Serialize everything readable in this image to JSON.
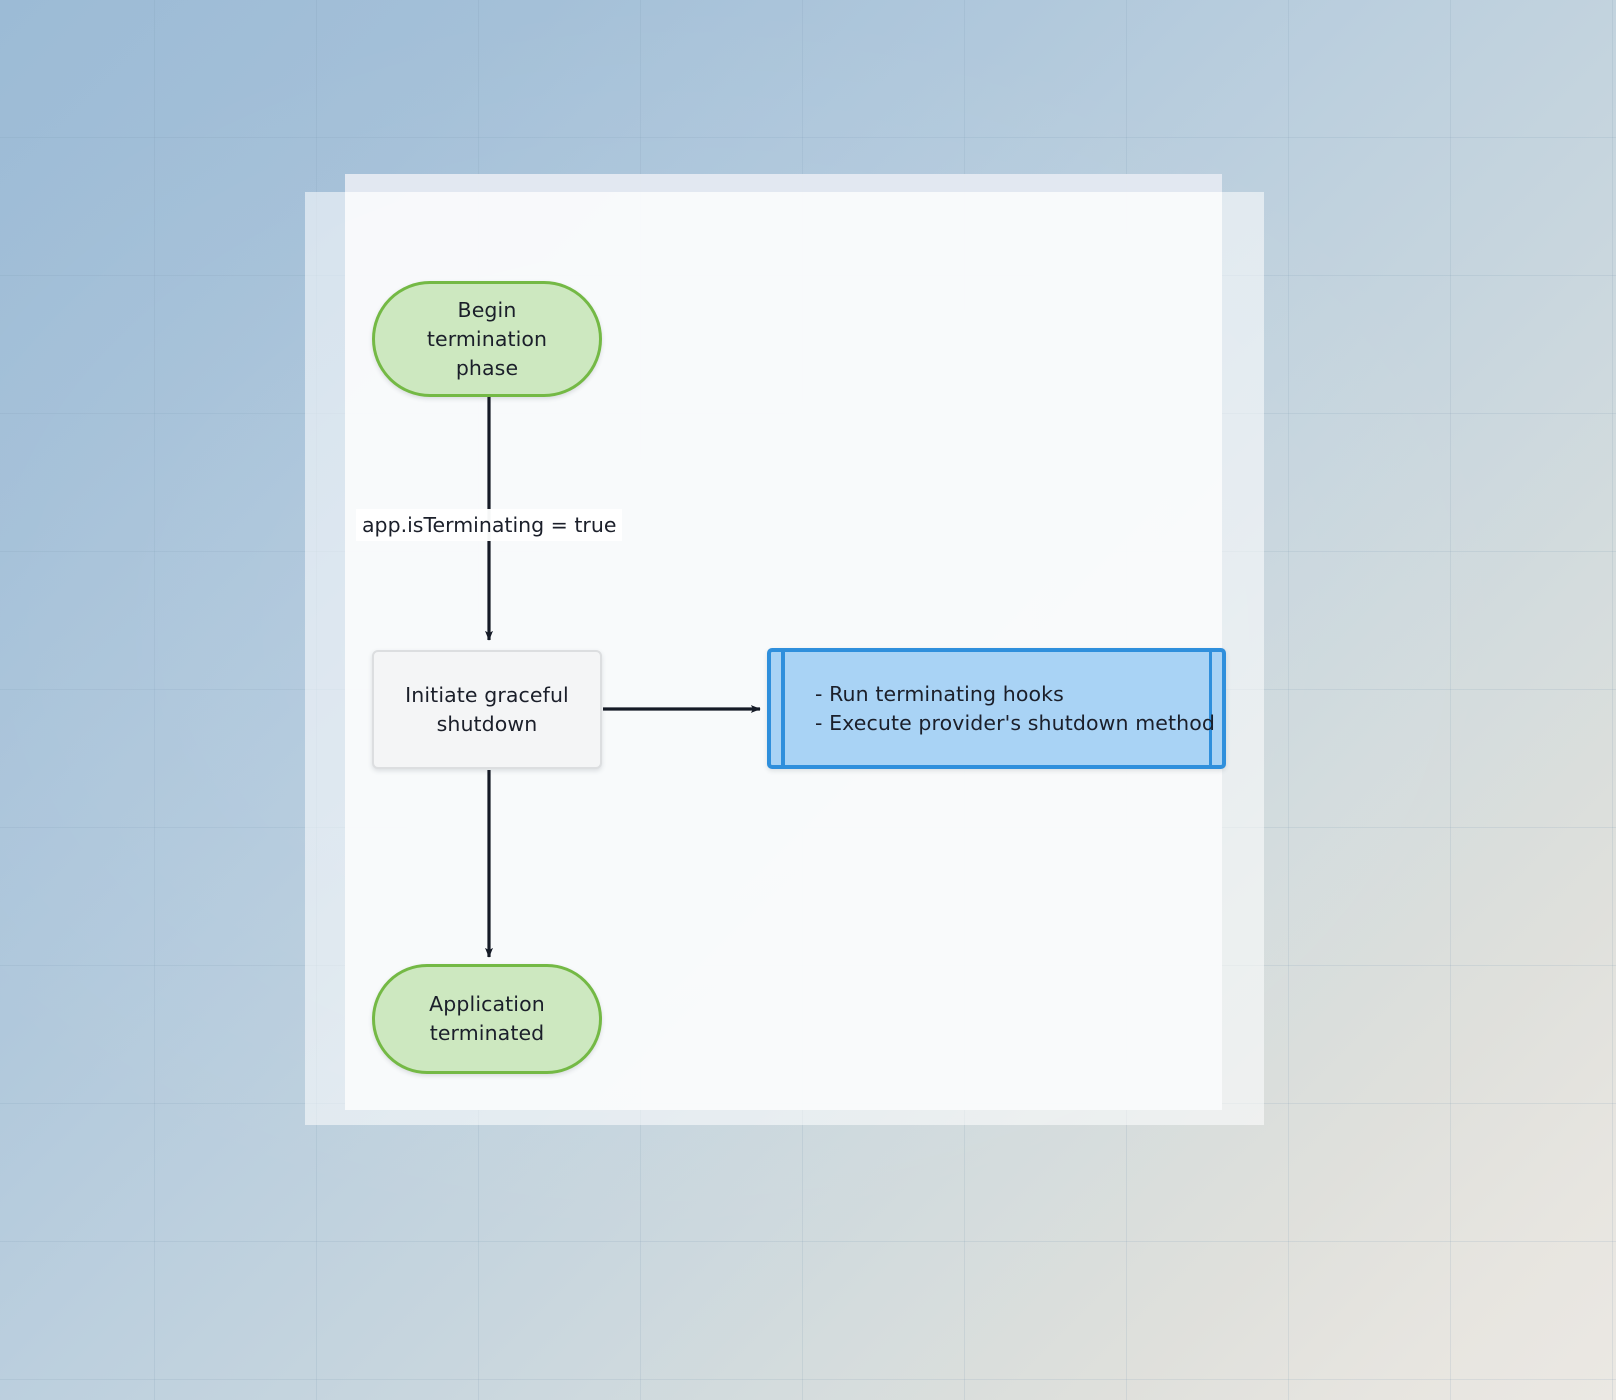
{
  "canvas": {
    "background_top_left_color": "#9cbbd6",
    "background_bottom_right_color": "#e8e6e3",
    "grid_line_color": "#7896af"
  },
  "diagram": {
    "type": "flowchart",
    "direction": "top-down",
    "node_text_color": "#1b1f2a",
    "nodes": [
      {
        "id": "begin",
        "shape": "stadium",
        "label": "Begin\ntermination\nphase",
        "line1": "Begin",
        "line2": "termination",
        "line3": "phase",
        "fill_color": "#cde8c0",
        "stroke_color": "#74b945"
      },
      {
        "id": "initiate",
        "shape": "rectangle",
        "label": "Initiate graceful\nshutdown",
        "line1": "Initiate graceful",
        "line2": "shutdown",
        "fill_color": "#f4f5f6",
        "stroke_color": "#dcdee0"
      },
      {
        "id": "hooks",
        "shape": "subroutine",
        "label": "- Run terminating hooks\n- Execute provider's shutdown method",
        "line1": "- Run terminating hooks",
        "line2": "- Execute provider's shutdown method",
        "fill_color": "#a9d3f5",
        "stroke_color": "#2f8fdc"
      },
      {
        "id": "terminated",
        "shape": "stadium",
        "label": "Application\nterminated",
        "line1": "Application",
        "line2": "terminated",
        "fill_color": "#cde8c0",
        "stroke_color": "#74b945"
      }
    ],
    "edges": [
      {
        "from": "begin",
        "to": "initiate",
        "label": "app.isTerminating = true",
        "arrow": "arrow-down"
      },
      {
        "from": "initiate",
        "to": "hooks",
        "label": "",
        "arrow": "arrow-right"
      },
      {
        "from": "initiate",
        "to": "terminated",
        "label": "",
        "arrow": "arrow-down"
      }
    ]
  }
}
